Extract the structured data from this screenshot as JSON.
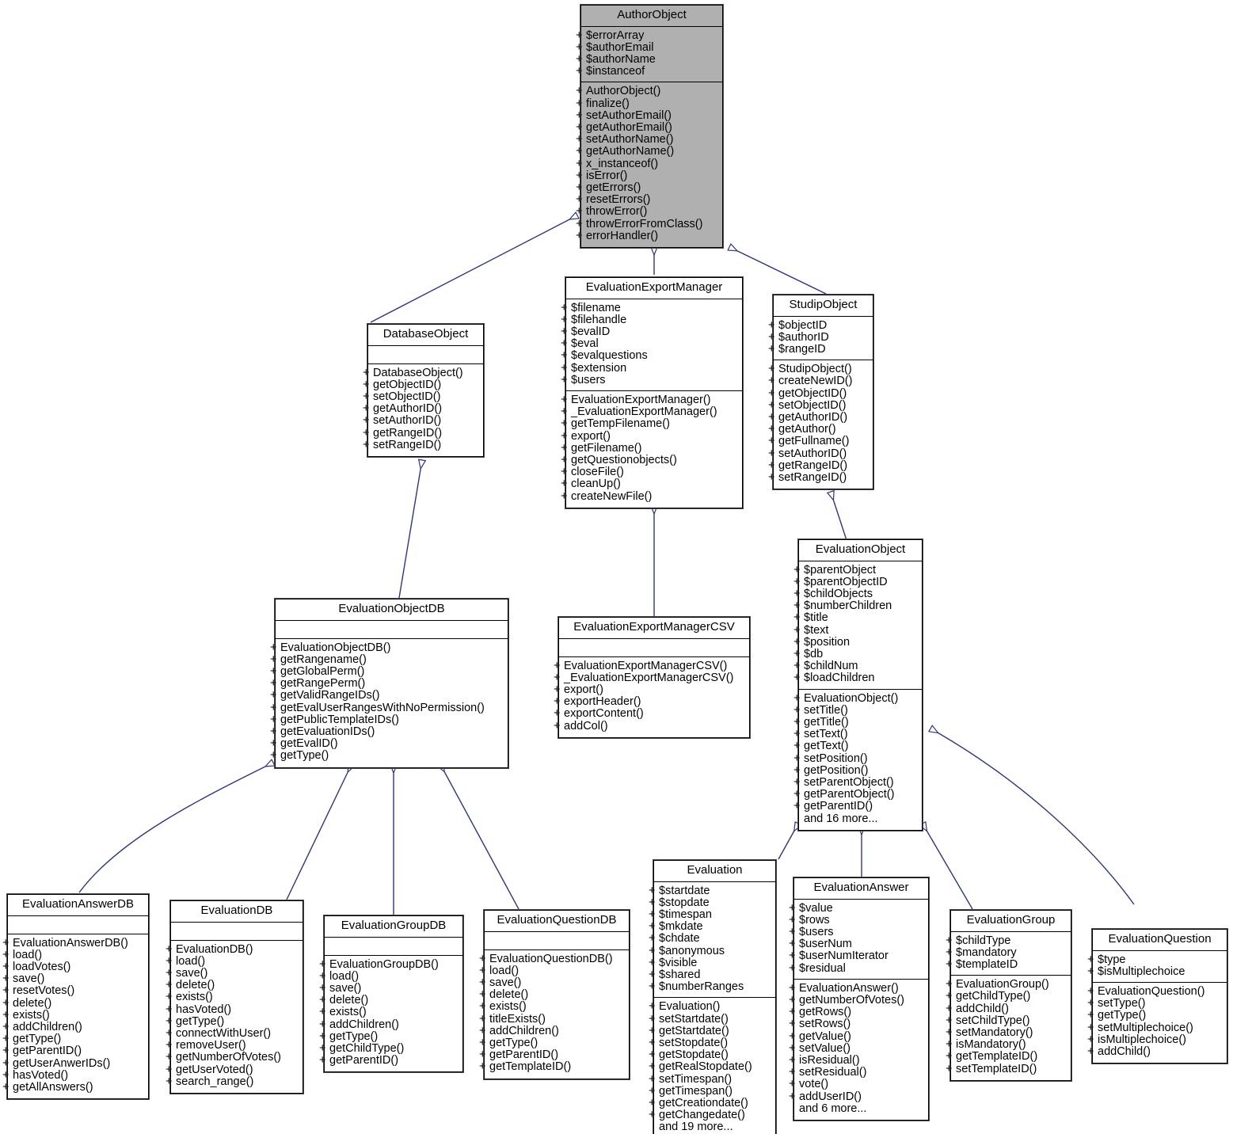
{
  "diagram": {
    "type": "uml-class-diagram",
    "edge_color": "#2d3580",
    "highlight_color": "#b0b0b0",
    "background": "#ffffff",
    "relationship": "generalization"
  },
  "classes": {
    "author_object": {
      "name": "AuthorObject",
      "attributes": [
        "+ $errorArray",
        "+ $authorEmail",
        "+ $authorName",
        "+ $instanceof"
      ],
      "operations": [
        "+ AuthorObject()",
        "+ finalize()",
        "+ setAuthorEmail()",
        "+ getAuthorEmail()",
        "+ setAuthorName()",
        "+ getAuthorName()",
        "+ x_instanceof()",
        "+ isError()",
        "+ getErrors()",
        "+ resetErrors()",
        "+ throwError()",
        "+ throwErrorFromClass()",
        "+ errorHandler()"
      ]
    },
    "evaluation_export_manager": {
      "name": "EvaluationExportManager",
      "attributes": [
        "+ $filename",
        "+ $filehandle",
        "+ $evalID",
        "+ $eval",
        "+ $evalquestions",
        "+ $extension",
        "+ $users"
      ],
      "operations": [
        "+ EvaluationExportManager()",
        "+ _EvaluationExportManager()",
        "+ getTempFilename()",
        "+ export()",
        "+ getFilename()",
        "+ getQuestionobjects()",
        "+ closeFile()",
        "+ cleanUp()",
        "+ createNewFile()"
      ]
    },
    "studip_object": {
      "name": "StudipObject",
      "attributes": [
        "+ $objectID",
        "+ $authorID",
        "+ $rangeID"
      ],
      "operations": [
        "+ StudipObject()",
        "+ createNewID()",
        "+ getObjectID()",
        "+ setObjectID()",
        "+ getAuthorID()",
        "+ getAuthor()",
        "+ getFullname()",
        "+ setAuthorID()",
        "+ getRangeID()",
        "+ setRangeID()"
      ]
    },
    "database_object": {
      "name": "DatabaseObject",
      "attributes": [],
      "operations": [
        "+ DatabaseObject()",
        "+ getObjectID()",
        "+ setObjectID()",
        "+ getAuthorID()",
        "+ setAuthorID()",
        "+ getRangeID()",
        "+ setRangeID()"
      ]
    },
    "evaluation_object_db": {
      "name": "EvaluationObjectDB",
      "attributes": [],
      "operations": [
        "+ EvaluationObjectDB()",
        "+ getRangename()",
        "+ getGlobalPerm()",
        "+ getRangePerm()",
        "+ getValidRangeIDs()",
        "+ getEvalUserRangesWithNoPermission()",
        "+ getPublicTemplateIDs()",
        "+ getEvaluationIDs()",
        "+ getEvalID()",
        "+ getType()"
      ]
    },
    "evaluation_export_manager_csv": {
      "name": "EvaluationExportManagerCSV",
      "attributes": [],
      "operations": [
        "+ EvaluationExportManagerCSV()",
        "+ _EvaluationExportManagerCSV()",
        "+ export()",
        "+ exportHeader()",
        "+ exportContent()",
        "+ addCol()"
      ]
    },
    "evaluation_object": {
      "name": "EvaluationObject",
      "attributes": [
        "+ $parentObject",
        "+ $parentObjectID",
        "+ $childObjects",
        "+ $numberChildren",
        "+ $title",
        "+ $text",
        "+ $position",
        "+ $db",
        "+ $childNum",
        "+ $loadChildren"
      ],
      "operations": [
        "+ EvaluationObject()",
        "+ setTitle()",
        "+ getTitle()",
        "+ setText()",
        "+ getText()",
        "+ setPosition()",
        "+ getPosition()",
        "+ setParentObject()",
        "+ getParentObject()",
        "+ getParentID()",
        "and 16 more..."
      ]
    },
    "evaluation_answer_db": {
      "name": "EvaluationAnswerDB",
      "attributes": [],
      "operations": [
        "+ EvaluationAnswerDB()",
        "+ load()",
        "+ loadVotes()",
        "+ save()",
        "+ resetVotes()",
        "+ delete()",
        "+ exists()",
        "+ addChildren()",
        "+ getType()",
        "+ getParentID()",
        "+ getUserAnwerIDs()",
        "+ hasVoted()",
        "+ getAllAnswers()"
      ]
    },
    "evaluation_db": {
      "name": "EvaluationDB",
      "attributes": [],
      "operations": [
        "+ EvaluationDB()",
        "+ load()",
        "+ save()",
        "+ delete()",
        "+ exists()",
        "+ hasVoted()",
        "+ getType()",
        "+ connectWithUser()",
        "+ removeUser()",
        "+ getNumberOfVotes()",
        "+ getUserVoted()",
        "+ search_range()"
      ]
    },
    "evaluation_group_db": {
      "name": "EvaluationGroupDB",
      "attributes": [],
      "operations": [
        "+ EvaluationGroupDB()",
        "+ load()",
        "+ save()",
        "+ delete()",
        "+ exists()",
        "+ addChildren()",
        "+ getType()",
        "+ getChildType()",
        "+ getParentID()"
      ]
    },
    "evaluation_question_db": {
      "name": "EvaluationQuestionDB",
      "attributes": [],
      "operations": [
        "+ EvaluationQuestionDB()",
        "+ load()",
        "+ save()",
        "+ delete()",
        "+ exists()",
        "+ titleExists()",
        "+ addChildren()",
        "+ getType()",
        "+ getParentID()",
        "+ getTemplateID()"
      ]
    },
    "evaluation": {
      "name": "Evaluation",
      "attributes": [
        "+ $startdate",
        "+ $stopdate",
        "+ $timespan",
        "+ $mkdate",
        "+ $chdate",
        "+ $anonymous",
        "+ $visible",
        "+ $shared",
        "+ $numberRanges"
      ],
      "operations": [
        "+ Evaluation()",
        "+ setStartdate()",
        "+ getStartdate()",
        "+ setStopdate()",
        "+ getStopdate()",
        "+ getRealStopdate()",
        "+ setTimespan()",
        "+ getTimespan()",
        "+ getCreationdate()",
        "+ getChangedate()",
        "and 19 more..."
      ]
    },
    "evaluation_answer": {
      "name": "EvaluationAnswer",
      "attributes": [
        "+ $value",
        "+ $rows",
        "+ $users",
        "+ $userNum",
        "+ $userNumIterator",
        "+ $residual"
      ],
      "operations": [
        "+ EvaluationAnswer()",
        "+ getNumberOfVotes()",
        "+ getRows()",
        "+ setRows()",
        "+ getValue()",
        "+ setValue()",
        "+ isResidual()",
        "+ setResidual()",
        "+ vote()",
        "+ addUserID()",
        "and 6 more..."
      ]
    },
    "evaluation_group": {
      "name": "EvaluationGroup",
      "attributes": [
        "+ $childType",
        "+ $mandatory",
        "+ $templateID"
      ],
      "operations": [
        "+ EvaluationGroup()",
        "+ getChildType()",
        "+ addChild()",
        "+ setChildType()",
        "+ setMandatory()",
        "+ isMandatory()",
        "+ getTemplateID()",
        "+ setTemplateID()"
      ]
    },
    "evaluation_question": {
      "name": "EvaluationQuestion",
      "attributes": [
        "+ $type",
        "+ $isMultiplechoice"
      ],
      "operations": [
        "+ EvaluationQuestion()",
        "+ setType()",
        "+ getType()",
        "+ setMultiplechoice()",
        "+ isMultiplechoice()",
        "+ addChild()"
      ]
    }
  }
}
